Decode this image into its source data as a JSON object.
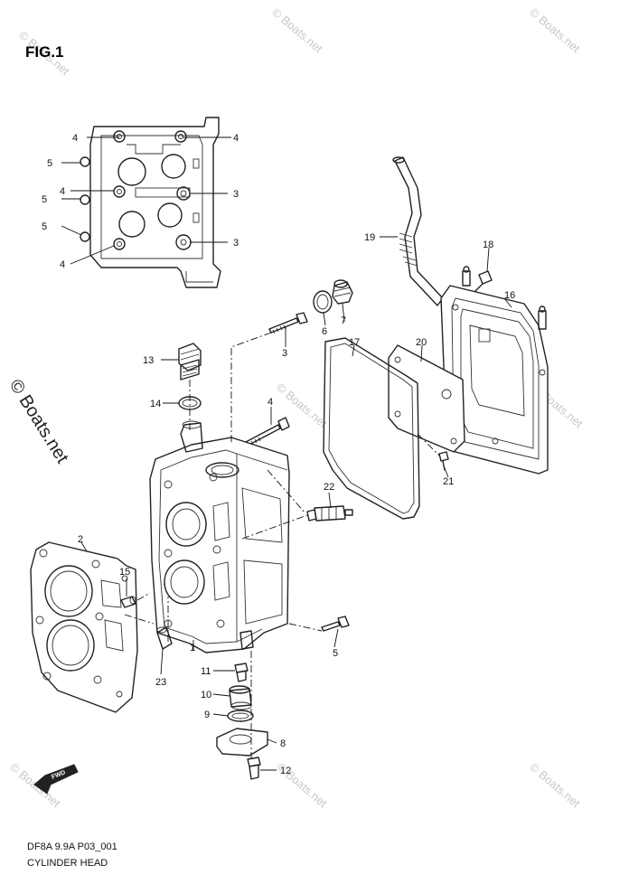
{
  "figure": {
    "title": "FIG.1",
    "model": "DF8A 9.9A P03_001",
    "caption": "CYLINDER HEAD"
  },
  "watermark": {
    "text": "© Boats.net",
    "side_text": "© Boats.net"
  },
  "fwd_label": "FWD",
  "callouts": {
    "c1": "1",
    "c2": "2",
    "c3a": "3",
    "c3b": "3",
    "c3c": "3",
    "c4a": "4",
    "c4b": "4",
    "c4c": "4",
    "c4d": "4",
    "c4e": "4",
    "c5a": "5",
    "c5b": "5",
    "c5c": "5",
    "c5d": "5",
    "c6": "6",
    "c7": "7",
    "c8": "8",
    "c9": "9",
    "c10": "10",
    "c11": "11",
    "c12": "12",
    "c13": "13",
    "c14": "14",
    "c15": "15",
    "c16": "16",
    "c17": "17",
    "c18": "18",
    "c19": "19",
    "c20": "20",
    "c21": "21",
    "c22": "22",
    "c23": "23"
  }
}
